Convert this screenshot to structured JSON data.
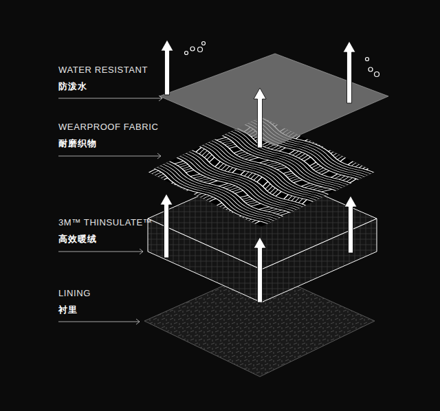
{
  "diagram": {
    "labels": [
      "WATER RESISTANT",
      "防泼水",
      "WEARPROOF FABRIC",
      "耐磨织物",
      "3M™ THINSULATE™",
      "高效暖绒",
      "LINING",
      "衬里"
    ]
  }
}
